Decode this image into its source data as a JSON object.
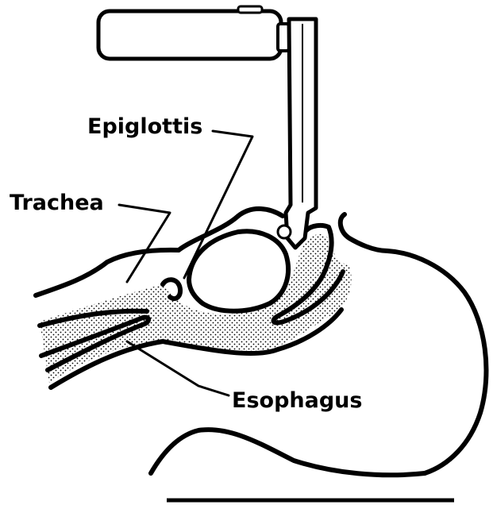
{
  "labels": {
    "epiglottis": "Epiglottis",
    "trachea": "Trachea",
    "esophagus": "Esophagus"
  },
  "colors": {
    "ink": "#000000",
    "background": "#ffffff"
  },
  "icons": {
    "laryngoscope": "laryngoscope-icon"
  }
}
